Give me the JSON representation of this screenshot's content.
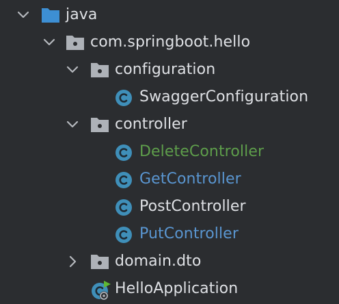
{
  "tree": {
    "java": {
      "label": "java",
      "icon": "source-folder-icon",
      "expanded": true
    },
    "package": {
      "label": "com.springboot.hello",
      "icon": "package-icon",
      "expanded": true
    },
    "configuration": {
      "label": "configuration",
      "icon": "package-icon",
      "expanded": true,
      "children": [
        {
          "label": "SwaggerConfiguration",
          "icon": "class-icon",
          "status": "unchanged"
        }
      ]
    },
    "controller": {
      "label": "controller",
      "icon": "package-icon",
      "expanded": true,
      "children": [
        {
          "label": "DeleteController",
          "icon": "class-icon",
          "status": "added"
        },
        {
          "label": "GetController",
          "icon": "class-icon",
          "status": "modified"
        },
        {
          "label": "PostController",
          "icon": "class-icon",
          "status": "unchanged"
        },
        {
          "label": "PutController",
          "icon": "class-icon",
          "status": "modified"
        }
      ]
    },
    "domain": {
      "label": "domain.dto",
      "icon": "package-icon",
      "expanded": false
    },
    "application": {
      "label": "HelloApplication",
      "icon": "spring-boot-class-icon"
    }
  },
  "colors": {
    "background": "#2b2d30",
    "text": "#dfe1e5",
    "added": "#5e9e4b",
    "modified": "#5a96d1",
    "folder_blue": "#3d8fd4",
    "folder_gray": "#aeb2b8",
    "class_circle": "#3f8fb9",
    "spring_green": "#5fb832"
  }
}
